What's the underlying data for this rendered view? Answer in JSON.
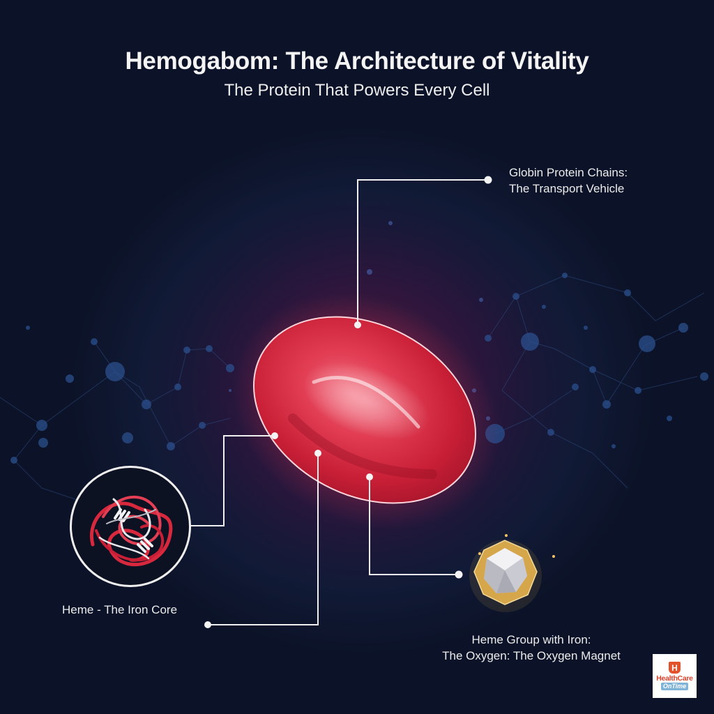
{
  "header": {
    "title": "Hemogabom: The Architecture of Vitality",
    "subtitle": "The Protein That Powers Every Cell"
  },
  "callouts": [
    {
      "id": "globin",
      "line1": "Globin Protein Chains:",
      "line2": "The Transport Vehicle"
    },
    {
      "id": "heme-core",
      "line1": "Heme - The Iron Core"
    },
    {
      "id": "heme-group",
      "line1": "Heme Group with Iron:",
      "line2": "The Oxygen: The Oxygen Magnet"
    }
  ],
  "illustrations": {
    "center": "red-blood-cell",
    "inset": "protein-ribbon-structure",
    "gem": "iron-crystal"
  },
  "logo": {
    "icon": "H",
    "name": "HealthCare",
    "tagline": "OnTime"
  },
  "colors": {
    "background": "#0d1429",
    "cell_red": "#d8283e",
    "connector": "#f0f0f0",
    "network": "#2a4f8a",
    "crystal_gold": "#d9a94a",
    "logo_red": "#d8432a",
    "logo_blue": "#7fb3d8"
  }
}
